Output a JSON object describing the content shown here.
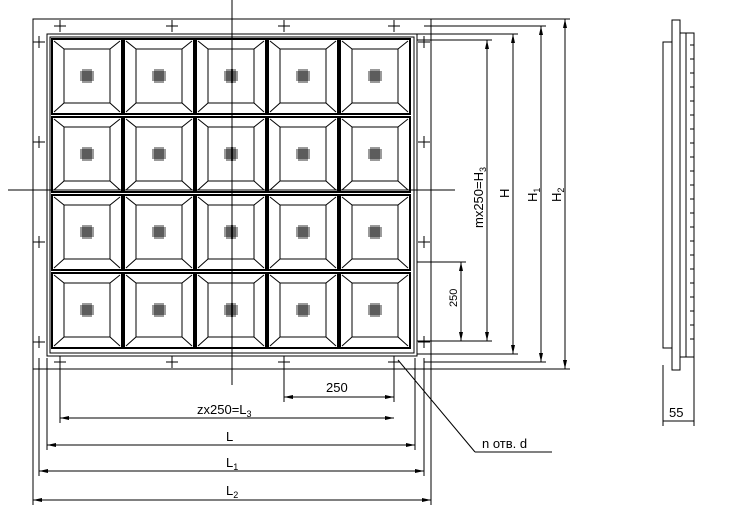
{
  "labels": {
    "dim_250_bottom": "250",
    "dim_zx250": "zx250=L",
    "dim_zx250_sub": "3",
    "dim_L": "L",
    "dim_L1": "L",
    "dim_L1_sub": "1",
    "dim_L2": "L",
    "dim_L2_sub": "2",
    "dim_holes": "n отв. d",
    "dim_mx250": "mx250=H",
    "dim_mx250_sub": "3",
    "dim_H": "H",
    "dim_H1": "H",
    "dim_H1_sub": "1",
    "dim_H2": "H",
    "dim_H2_sub": "2",
    "dim_250_vertical": "250",
    "dim_55": "55"
  },
  "grid": {
    "columns": 5,
    "rows": 4
  }
}
